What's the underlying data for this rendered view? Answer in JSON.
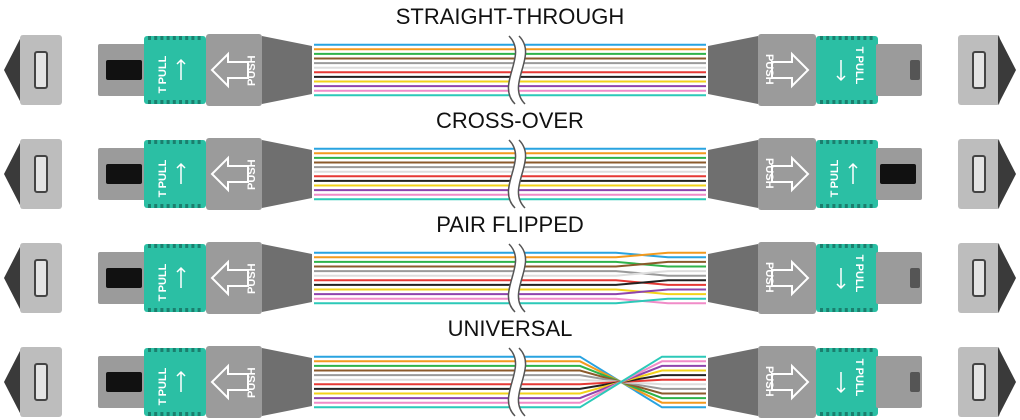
{
  "colors": {
    "fibers": [
      "#29a3e0",
      "#f39a1e",
      "#2fb34a",
      "#8b5a2b",
      "#9a9a9a",
      "#ffffff",
      "#e53935",
      "#222222",
      "#f2d21b",
      "#8e44ad",
      "#f08cc8",
      "#2cc9b8"
    ],
    "clip": "#2bbfa4",
    "housing": "#9b9b9b",
    "boot": "#6f6f6f",
    "adapter": "#bdbdbd",
    "adapter_dark": "#3a3a3a"
  },
  "connector_text": {
    "clip_label": "PULL",
    "clip_key": "T",
    "push_label": "PUSH"
  },
  "rows": [
    {
      "label": "STRAIGHT-THROUGH",
      "mapping": [
        1,
        2,
        3,
        4,
        5,
        6,
        7,
        8,
        9,
        10,
        11,
        12
      ],
      "right_flipped": false
    },
    {
      "label": "CROSS-OVER",
      "mapping": [
        1,
        2,
        3,
        4,
        5,
        6,
        7,
        8,
        9,
        10,
        11,
        12
      ],
      "right_flipped": true
    },
    {
      "label": "PAIR FLIPPED",
      "mapping": [
        2,
        1,
        4,
        3,
        6,
        5,
        8,
        7,
        10,
        9,
        12,
        11
      ],
      "right_flipped": false
    },
    {
      "label": "UNIVERSAL",
      "mapping": [
        12,
        11,
        10,
        9,
        8,
        7,
        6,
        5,
        4,
        3,
        2,
        1
      ],
      "right_flipped": false
    }
  ]
}
